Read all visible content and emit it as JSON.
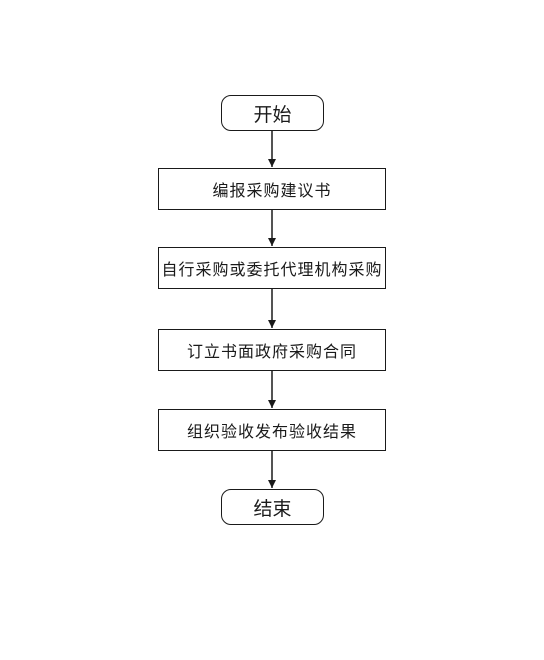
{
  "flowchart": {
    "start": "开始",
    "steps": [
      "编报采购建议书",
      "自行采购或委托代理机构采购",
      "订立书面政府采购合同",
      "组织验收发布验收结果"
    ],
    "end": "结束"
  },
  "colors": {
    "stroke": "#1a1a1a",
    "background": "#ffffff"
  }
}
